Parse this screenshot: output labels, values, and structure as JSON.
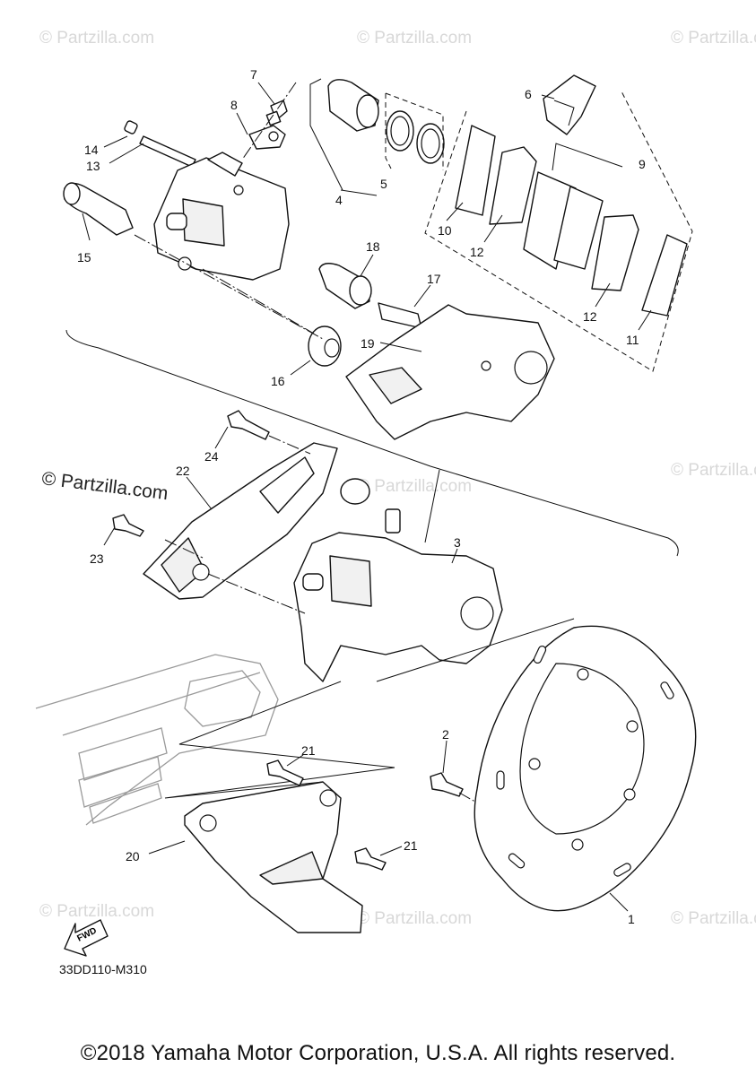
{
  "watermark": {
    "text": "© Partzilla.com",
    "prominent_text": "© Partzilla.com"
  },
  "callouts": {
    "c1": "1",
    "c2": "2",
    "c3": "3",
    "c4": "4",
    "c5": "5",
    "c6": "6",
    "c7": "7",
    "c8": "8",
    "c9": "9",
    "c10": "10",
    "c11": "11",
    "c12a": "12",
    "c12b": "12",
    "c13": "13",
    "c14": "14",
    "c15": "15",
    "c16": "16",
    "c17": "17",
    "c18": "18",
    "c19": "19",
    "c20": "20",
    "c21a": "21",
    "c21b": "21",
    "c22": "22",
    "c23": "23",
    "c24": "24"
  },
  "fwd_label": "FWD",
  "diagram_code": "33DD110-M310",
  "copyright": "©2018 Yamaha Motor Corporation, U.S.A. All rights reserved."
}
